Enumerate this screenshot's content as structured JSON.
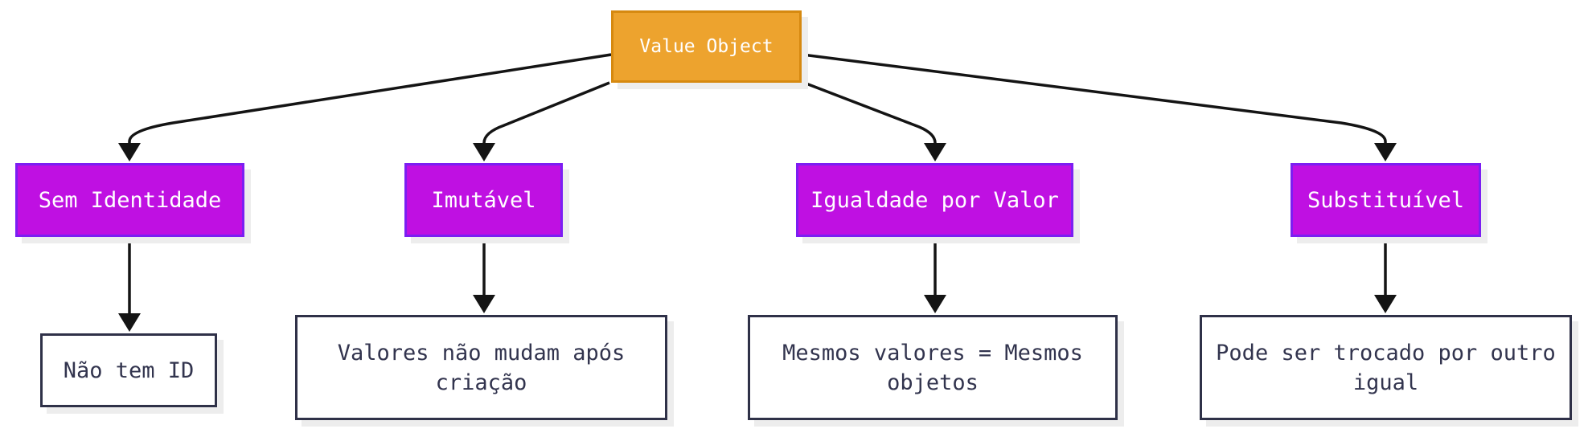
{
  "diagram": {
    "type": "flowchart",
    "root": {
      "label": "Value Object"
    },
    "features": [
      {
        "label": "Sem Identidade",
        "detail": "Não tem ID"
      },
      {
        "label": "Imutável",
        "detail": "Valores não mudam após criação"
      },
      {
        "label": "Igualdade por Valor",
        "detail": "Mesmos valores = Mesmos objetos"
      },
      {
        "label": "Substituível",
        "detail": "Pode ser trocado por outro igual"
      }
    ],
    "colors": {
      "root_fill": "#eda32e",
      "root_border": "#d68910",
      "feature_fill": "#bf10e2",
      "feature_border": "#7c1ef2",
      "detail_border": "#2f3148",
      "detail_text": "#32344e",
      "edge": "#141414",
      "shadow": "#ededed",
      "canvas_bg": "#ffffff"
    }
  }
}
